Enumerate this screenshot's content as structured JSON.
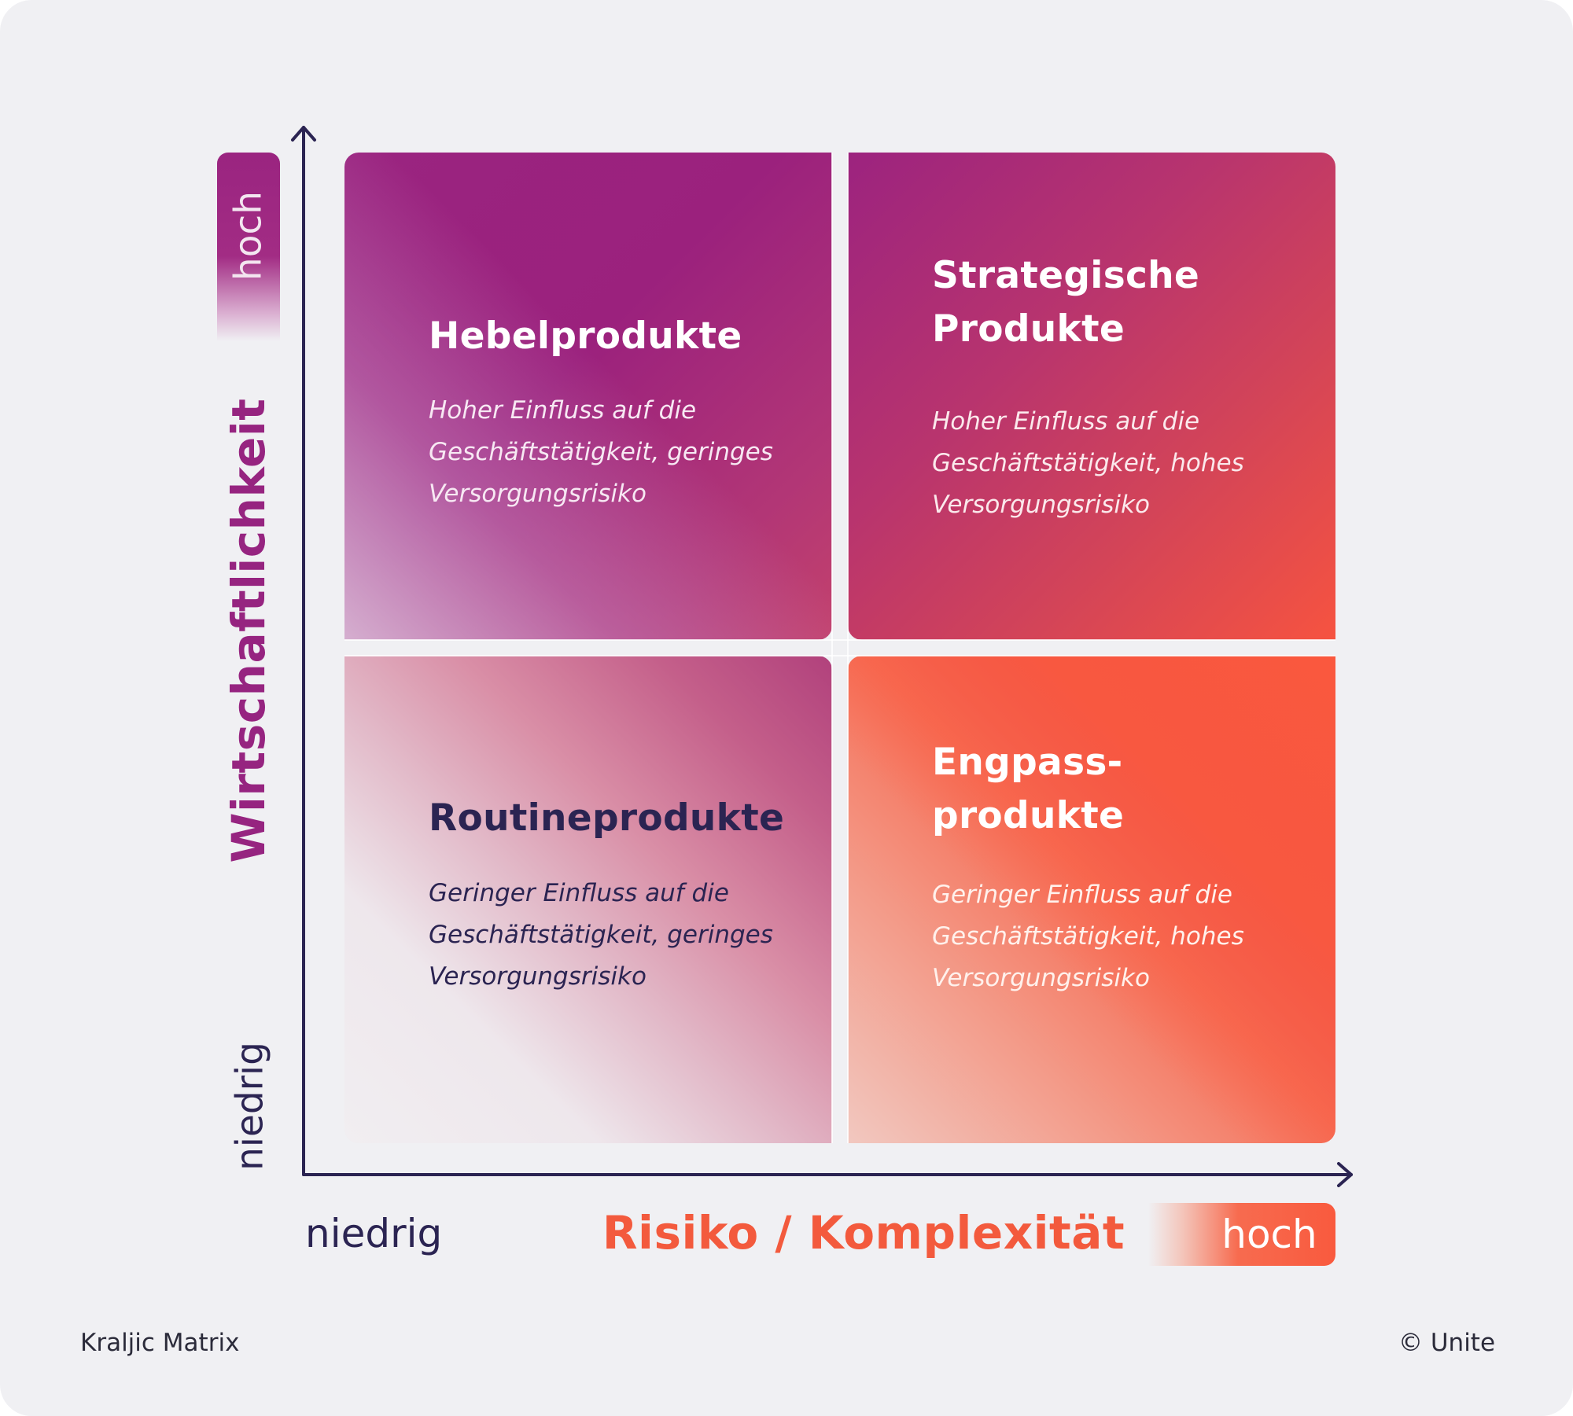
{
  "colors": {
    "background": "#f0f0f3",
    "axis_line": "#2b2452",
    "y_axis_accent": "#962480",
    "x_axis_accent": "#f35a3d",
    "dark_text": "#2b2452",
    "light_text": "#ffffff"
  },
  "y_axis": {
    "label": "Wirtschaftlichkeit",
    "high_label": "hoch",
    "low_label": "niedrig",
    "icon": "arrow-up-icon"
  },
  "x_axis": {
    "label": "Risiko / Komplexität",
    "high_label": "hoch",
    "low_label": "niedrig",
    "icon": "arrow-right-icon"
  },
  "quadrants": {
    "top_left": {
      "title_lines": [
        "Hebelprodukte"
      ],
      "desc_lines": [
        "Hoher Einfluss auf die",
        "Geschäftstätigkeit, geringes",
        "Versorgungsrisiko"
      ]
    },
    "top_right": {
      "title_lines": [
        "Strategische",
        "Produkte"
      ],
      "desc_lines": [
        "Hoher Einfluss auf die",
        "Geschäftstätigkeit, hohes",
        "Versorgungsrisiko"
      ]
    },
    "bottom_left": {
      "title_lines": [
        "Routineprodukte"
      ],
      "desc_lines": [
        "Geringer Einfluss auf die",
        "Geschäftstätigkeit, geringes",
        "Versorgungsrisiko"
      ]
    },
    "bottom_right": {
      "title_lines": [
        "Engpass-",
        "produkte"
      ],
      "desc_lines": [
        "Geringer Einfluss auf die",
        "Geschäftstätigkeit, hohes",
        "Versorgungsrisiko"
      ]
    }
  },
  "footer": {
    "title": "Kraljic Matrix",
    "credit": "© Unite"
  }
}
